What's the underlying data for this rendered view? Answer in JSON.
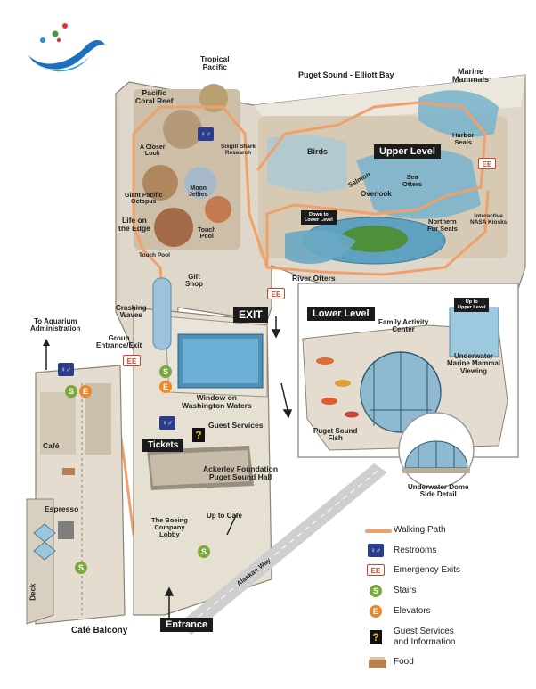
{
  "labels": {
    "puget_sound": "Puget Sound - Elliott Bay",
    "marine_mammals": "Marine\nMammals",
    "tropical_pacific": "Tropical\nPacific",
    "pacific_coral_reef": "Pacific\nCoral Reef",
    "a_closer_look": "A Closer\nLook",
    "sixgill": "Sixgill Shark\nResearch",
    "birds": "Birds",
    "upper_level": "Upper Level",
    "harbor_seals": "Harbor\nSeals",
    "sea_otters": "Sea\nOtters",
    "salmon": "Salmon",
    "overlook": "Overlook",
    "down_to_lower": "Down to\nLower Level",
    "giant_octopus": "Giant Pacific\nOctopus",
    "moon_jellies": "Moon\nJellies",
    "life_on_edge": "Life on\nthe Edge",
    "touch_pool_1": "Touch\nPool",
    "touch_pool_2": "Touch Pool",
    "northern_fur_seals": "Northern\nFur Seals",
    "nasa_kiosks": "Interactive\nNASA Kiosks",
    "gift_shop": "Gift\nShop",
    "river_otters": "River Otters",
    "crashing_waves": "Crashing\nWaves",
    "exit": "EXIT",
    "lower_level": "Lower Level",
    "to_admin": "To Aquarium\nAdministration",
    "group_entrance": "Group\nEntrance/Exit",
    "family_center": "Family Activity\nCenter",
    "up_to_upper": "Up to\nUpper Level",
    "marine_viewing": "Underwater\nMarine Mammal\nViewing",
    "window_washington": "Window on\nWashington Waters",
    "puget_fish": "Puget Sound\nFish",
    "guest_services": "Guest Services",
    "tickets": "Tickets",
    "ackerley": "Ackerley Foundation\nPuget Sound Hall",
    "dome_detail": "Underwater Dome\nSide Detail",
    "cafe": "Café",
    "espresso": "Espresso",
    "up_to_cafe": "Up to Café",
    "boeing_lobby": "The Boeing\nCompany\nLobby",
    "alaskan_way": "Alaskan Way",
    "deck": "Deck",
    "cafe_balcony": "Café Balcony",
    "entrance": "Entrance"
  },
  "legend": [
    {
      "icon": "walking-path-icon",
      "text": "Walking Path"
    },
    {
      "icon": "restroom-icon",
      "text": "Restrooms"
    },
    {
      "icon": "emergency-exit-icon",
      "text": "Emergency Exits"
    },
    {
      "icon": "stairs-icon",
      "text": "Stairs"
    },
    {
      "icon": "elevator-icon",
      "text": "Elevators"
    },
    {
      "icon": "guest-services-icon",
      "text": "Guest Services\nand Information"
    },
    {
      "icon": "food-icon",
      "text": "Food"
    }
  ],
  "symbols": {
    "ee": "EE",
    "stairs": "S",
    "elevator": "E",
    "info": "?",
    "restroom": "♀♂"
  },
  "colors": {
    "path": "#f0a06a",
    "emergency": "#d8402a",
    "stairs": "#7aa93a",
    "elevator": "#e9892b",
    "restroom": "#2a3c8c",
    "wall": "#e9e4da",
    "floor": "#c9bfae"
  }
}
